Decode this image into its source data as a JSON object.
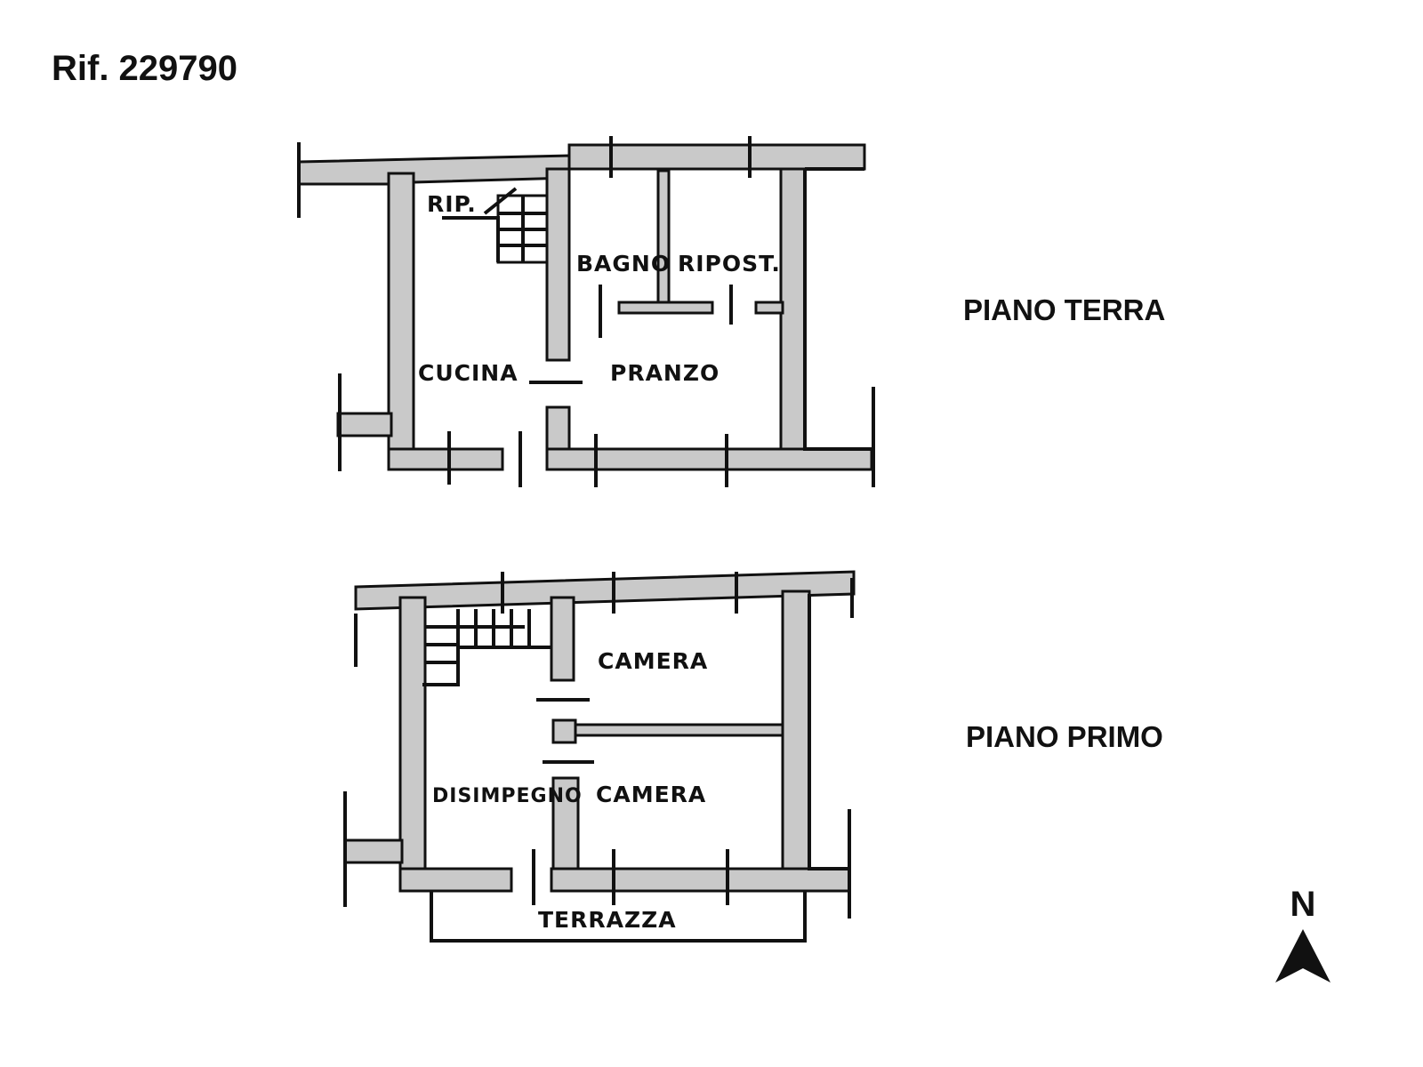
{
  "reference": "Rif. 229790",
  "floors": [
    {
      "label": "PIANO TERRA",
      "rooms": [
        "RIP.",
        "BAGNO",
        "RIPOST.",
        "CUCINA",
        "PRANZO"
      ]
    },
    {
      "label": "PIANO PRIMO",
      "rooms": [
        "CAMERA",
        "CAMERA",
        "DISIMPEGNO",
        "TERRAZZA"
      ]
    }
  ],
  "compass": {
    "label": "N",
    "icon": "north-arrow-icon"
  }
}
